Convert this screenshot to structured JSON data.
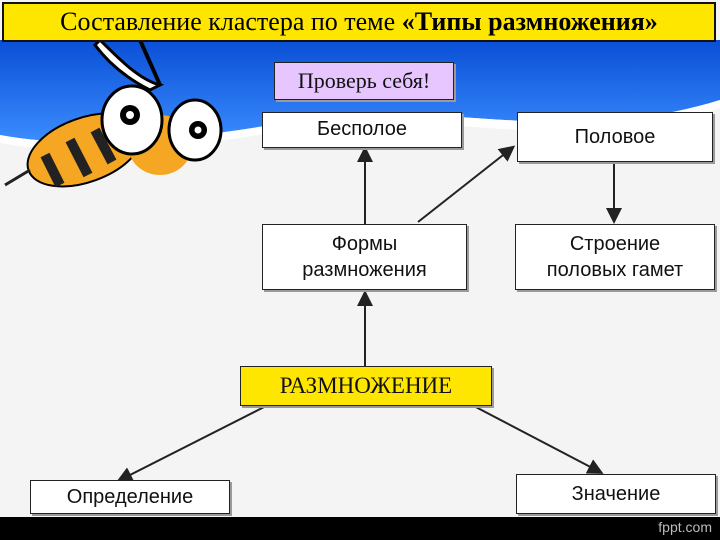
{
  "title": {
    "prefix": "Составление кластера по теме ",
    "bold": "«Типы размножения»"
  },
  "check_label": "Проверь себя!",
  "nodes": {
    "asexual": "Бесполое",
    "sexual": "Половое",
    "forms": "Формы размножения",
    "gametes": "Строение половых гамет",
    "reproduction": "РАЗМНОЖЕНИЕ",
    "definition": "Определение",
    "meaning": "Значение"
  },
  "watermark": "fppt.com",
  "colors": {
    "title_bg": "#ffe600",
    "check_bg": "#e7c6ff",
    "sky": "#1f6fff",
    "bee_body": "#f5a623"
  },
  "icons": [
    "bee-illustration"
  ]
}
